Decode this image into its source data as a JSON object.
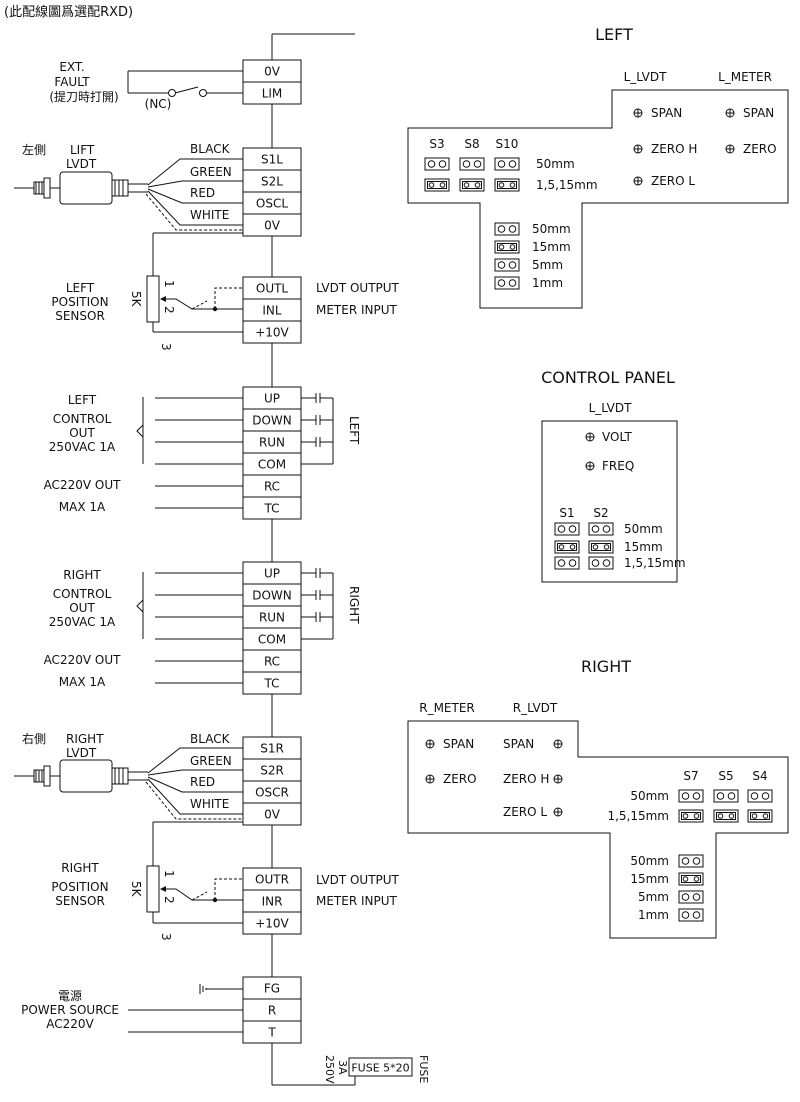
{
  "header_note": "(此配線圖爲選配RXD)",
  "terminals": {
    "zero_v": "0V",
    "lim": "LIM",
    "s1l": "S1L",
    "s2l": "S2L",
    "oscl": "OSCL",
    "outl": "OUTL",
    "inl": "INL",
    "p10v": "+10V",
    "up": "UP",
    "down": "DOWN",
    "run": "RUN",
    "com": "COM",
    "rc": "RC",
    "tc": "TC",
    "s1r": "S1R",
    "s2r": "S2R",
    "oscr": "OSCR",
    "outr": "OUTR",
    "inr": "INR",
    "fg": "FG",
    "r": "R",
    "t": "T"
  },
  "ext_fault": {
    "line1": "EXT.",
    "line2": "FAULT",
    "line3": "(提刀時打開)",
    "nc": "(NC)"
  },
  "lvdt_left": {
    "side": "左側",
    "line1": "LIFT",
    "line2": "LVDT"
  },
  "lvdt_right": {
    "side": "右側",
    "line1": "RIGHT",
    "line2": "LVDT"
  },
  "wires": {
    "black": "BLACK",
    "green": "GREEN",
    "red": "RED",
    "white": "WHITE"
  },
  "pos_left": {
    "line1": "LEFT",
    "line2": "POSITION",
    "line3": "SENSOR"
  },
  "pos_right": {
    "line1": "RIGHT",
    "line2": "POSITION",
    "line3": "SENSOR"
  },
  "pot": {
    "value": "5K",
    "pin1": "1",
    "pin2": "2",
    "pin3": "3"
  },
  "lvdt_output": "LVDT OUTPUT",
  "meter_input": "METER INPUT",
  "ctrl_left": {
    "line1": "LEFT",
    "line2": "CONTROL",
    "line3": "OUT",
    "line4": "250VAC 1A",
    "relay_label": "LEFT"
  },
  "ctrl_right": {
    "line1": "RIGHT",
    "line2": "CONTROL",
    "line3": "OUT",
    "line4": "250VAC 1A",
    "relay_label": "RIGHT"
  },
  "ac_out": {
    "line1": "AC220V OUT",
    "line2": "MAX 1A"
  },
  "power": {
    "line1": "電源",
    "line2": "POWER SOURCE",
    "line3": "AC220V"
  },
  "fuse": {
    "rating1": "3A",
    "rating2": "250V",
    "label": "FUSE 5*20",
    "side": "FUSE"
  },
  "left_panel": {
    "title": "LEFT",
    "col1": "L_LVDT",
    "col2": "L_METER",
    "span1": "SPAN",
    "span2": "SPAN",
    "zero_h": "ZERO H",
    "zero": "ZERO",
    "zero_l": "ZERO L",
    "s3": "S3",
    "s8": "S8",
    "s10": "S10",
    "r50": "50mm",
    "r1515": "1,5,15mm",
    "j50": "50mm",
    "j15": "15mm",
    "j5": "5mm",
    "j1": "1mm"
  },
  "control_panel": {
    "title": "CONTROL PANEL",
    "sub": "L_LVDT",
    "volt": "VOLT",
    "freq": "FREQ",
    "s1": "S1",
    "s2": "S2",
    "r50": "50mm",
    "r15": "15mm",
    "r1515": "1,5,15mm"
  },
  "right_panel": {
    "title": "RIGHT",
    "col1": "R_METER",
    "col2": "R_LVDT",
    "span1": "SPAN",
    "span2": "SPAN",
    "zero": "ZERO",
    "zero_h": "ZERO H",
    "zero_l": "ZERO L",
    "s7": "S7",
    "s5": "S5",
    "s4": "S4",
    "r50": "50mm",
    "r1515": "1,5,15mm",
    "j50": "50mm",
    "j15": "15mm",
    "j5": "5mm",
    "j1": "1mm"
  }
}
